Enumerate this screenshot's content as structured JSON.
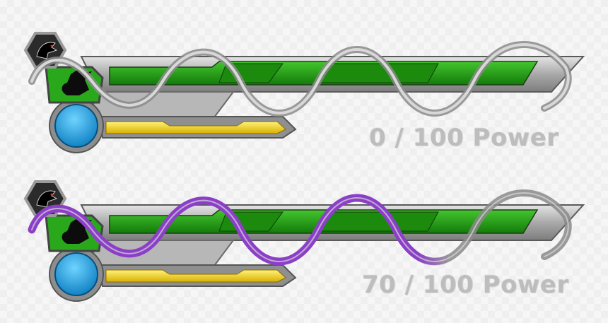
{
  "huds": [
    {
      "power_text": "0 / 100 Power",
      "power_current": 0,
      "power_max": 100,
      "icon": "dragon-emblem-icon",
      "badge_icon": "beast-warrior-silhouette-icon"
    },
    {
      "power_text": "70 / 100 Power",
      "power_current": 70,
      "power_max": 100,
      "icon": "dragon-emblem-icon",
      "badge_icon": "beast-warrior-silhouette-icon"
    }
  ],
  "colors": {
    "health_green": "#1f9a12",
    "energy_yellow": "#f2d200",
    "orb_blue": "#1aa6e8",
    "power_purple": "#8b3fc7",
    "frame_gray": "#a8a8a8"
  }
}
